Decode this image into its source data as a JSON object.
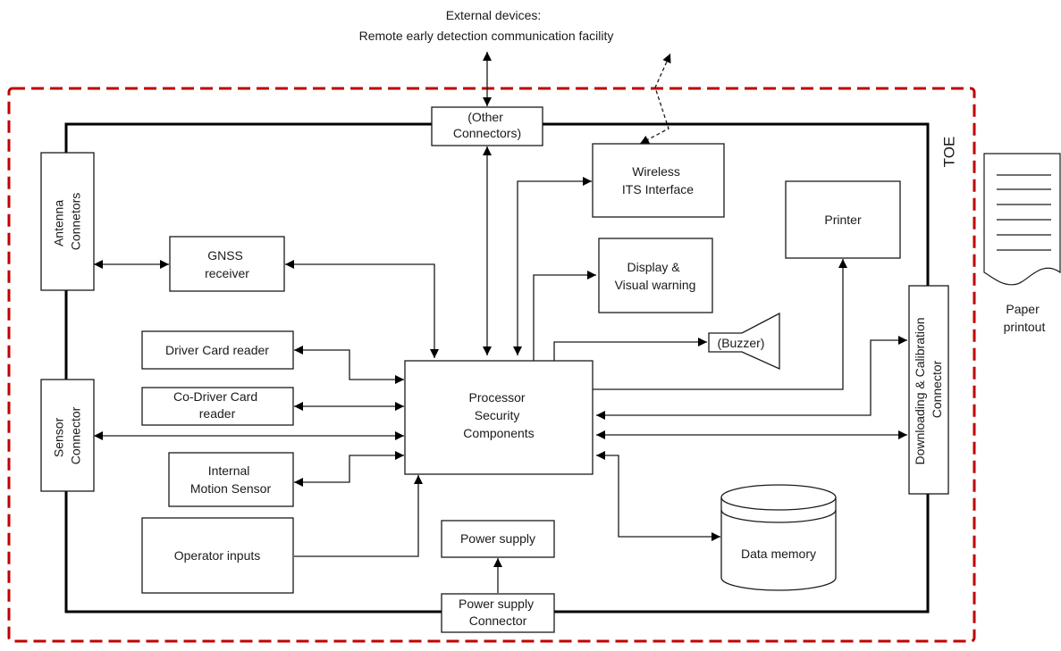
{
  "external": {
    "line1": "External devices:",
    "line2": "Remote early detection communication facility"
  },
  "toe_label": "TOE",
  "boxes": {
    "other_connectors": [
      "(Other",
      "Connectors)"
    ],
    "wireless_its": [
      "Wireless",
      "ITS Interface"
    ],
    "printer": [
      "Printer"
    ],
    "antenna_connectors": [
      "Antenna",
      "Connetors"
    ],
    "gnss_receiver": [
      "GNSS",
      "receiver"
    ],
    "display_visual_warning": [
      "Display &",
      "Visual warning"
    ],
    "driver_card_reader": [
      "Driver Card reader"
    ],
    "buzzer": [
      "(Buzzer)"
    ],
    "co_driver_card_reader": [
      "Co-Driver Card",
      "reader"
    ],
    "processor": [
      "Processor",
      "Security",
      "Components"
    ],
    "sensor_connector": [
      "Sensor",
      "Connector"
    ],
    "downloading_calibration_connector": [
      "Downloading & Calibration",
      "Connector"
    ],
    "internal_motion_sensor": [
      "Internal",
      "Motion Sensor"
    ],
    "operator_inputs": [
      "Operator inputs"
    ],
    "power_supply": [
      "Power supply"
    ],
    "power_supply_connector": [
      "Power supply",
      "Connector"
    ],
    "data_memory": [
      "Data memory"
    ]
  },
  "paper_printout": [
    "Paper",
    "printout"
  ],
  "colors": {
    "toe_border": "#c00000",
    "line": "#1a1a1a"
  }
}
